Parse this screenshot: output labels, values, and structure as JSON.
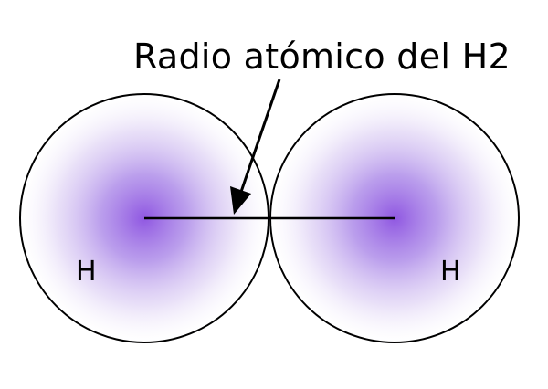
{
  "diagram": {
    "title": "Radio atómico del H2",
    "atoms": [
      {
        "label": "H"
      },
      {
        "label": "H"
      }
    ],
    "colors": {
      "electron_cloud_center": "#8a4fe0",
      "electron_cloud_edge": "#ffffff",
      "outline": "#000000",
      "background": "#ffffff"
    }
  }
}
